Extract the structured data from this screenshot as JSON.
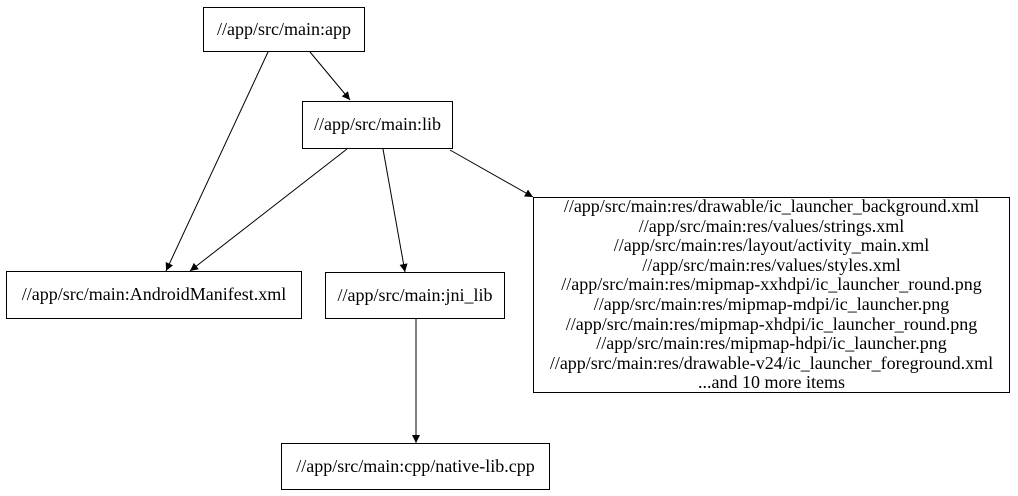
{
  "graph": {
    "type": "dependency-graph",
    "colors": {
      "background": "#ffffff",
      "node_fill": "#ffffff",
      "node_border": "#000000",
      "edge": "#000000",
      "text": "#000000"
    },
    "nodes": {
      "app": {
        "label": "//app/src/main:app"
      },
      "lib": {
        "label": "//app/src/main:lib"
      },
      "manifest": {
        "label": "//app/src/main:AndroidManifest.xml"
      },
      "jni_lib": {
        "label": "//app/src/main:jni_lib"
      },
      "res": {
        "lines": [
          "//app/src/main:res/drawable/ic_launcher_background.xml",
          "//app/src/main:res/values/strings.xml",
          "//app/src/main:res/layout/activity_main.xml",
          "//app/src/main:res/values/styles.xml",
          "//app/src/main:res/mipmap-xxhdpi/ic_launcher_round.png",
          "//app/src/main:res/mipmap-mdpi/ic_launcher.png",
          "//app/src/main:res/mipmap-xhdpi/ic_launcher_round.png",
          "//app/src/main:res/mipmap-hdpi/ic_launcher.png",
          "//app/src/main:res/drawable-v24/ic_launcher_foreground.xml",
          "...and 10 more items"
        ]
      },
      "native_lib": {
        "label": "//app/src/main:cpp/native-lib.cpp"
      }
    },
    "edges": [
      {
        "from": "//app/src/main:app",
        "to": "//app/src/main:lib"
      },
      {
        "from": "//app/src/main:app",
        "to": "//app/src/main:AndroidManifest.xml"
      },
      {
        "from": "//app/src/main:lib",
        "to": "//app/src/main:AndroidManifest.xml"
      },
      {
        "from": "//app/src/main:lib",
        "to": "//app/src/main:jni_lib"
      },
      {
        "from": "//app/src/main:lib",
        "to": "res-file-group"
      },
      {
        "from": "//app/src/main:jni_lib",
        "to": "//app/src/main:cpp/native-lib.cpp"
      }
    ]
  }
}
